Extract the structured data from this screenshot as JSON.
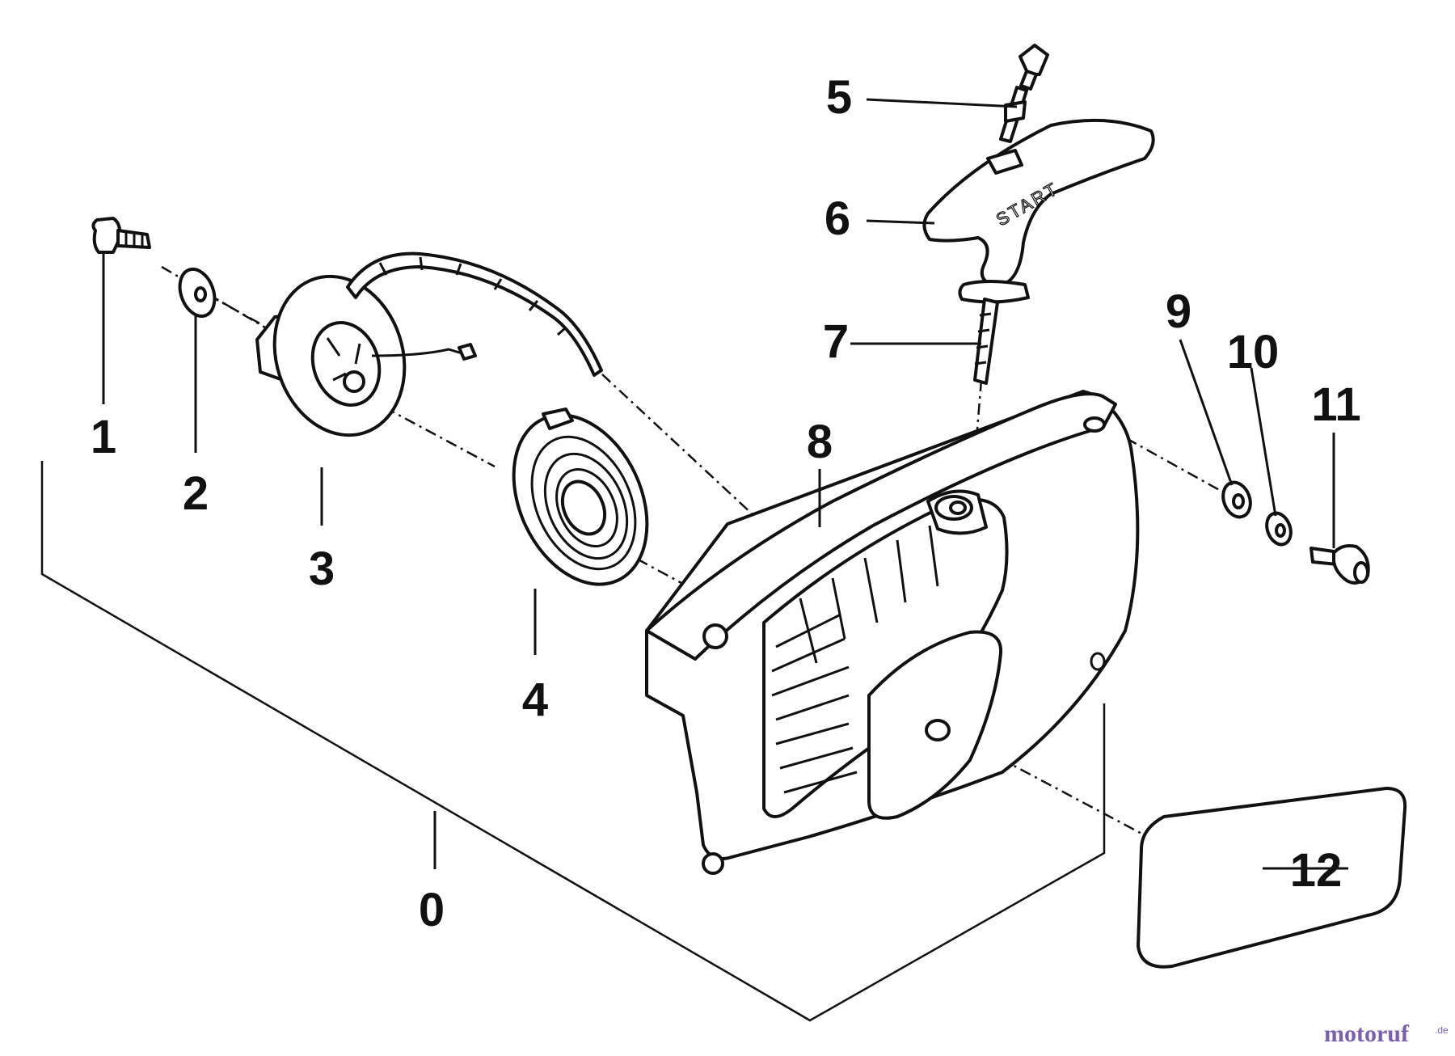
{
  "labels": {
    "l0": "0",
    "l1": "1",
    "l2": "2",
    "l3": "3",
    "l4": "4",
    "l5": "5",
    "l6": "6",
    "l7": "7",
    "l8": "8",
    "l9": "9",
    "l10": "10",
    "l11": "11",
    "l12": "12"
  },
  "handle_text": "START",
  "watermark": {
    "main": "motoruf",
    "suffix": ".de",
    "colors": {
      "text": "#7a5fb0",
      "dot": "#d98a1c"
    }
  }
}
